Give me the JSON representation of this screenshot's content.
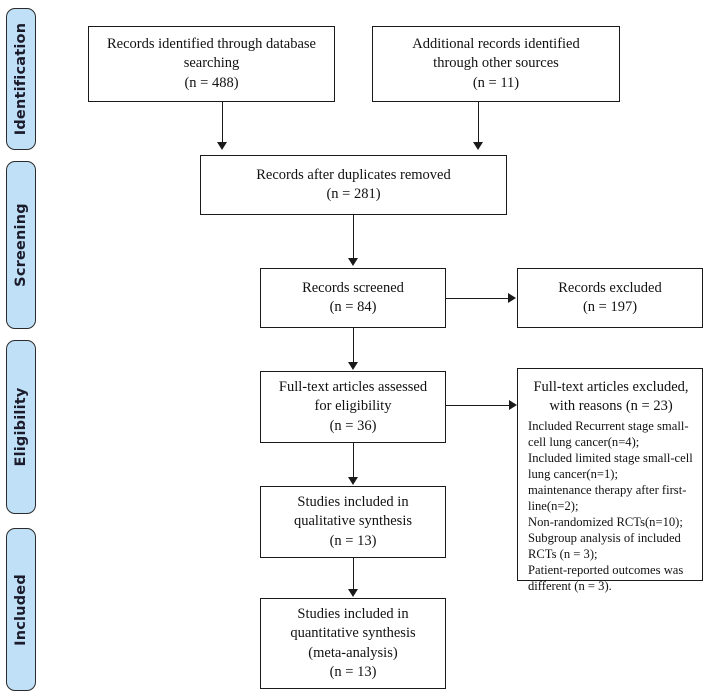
{
  "diagram": {
    "type": "prisma-flow-diagram",
    "title": "PRISMA study selection flow diagram"
  },
  "stages": [
    {
      "id": "identification",
      "label": "Identification"
    },
    {
      "id": "screening",
      "label": "Screening"
    },
    {
      "id": "eligibility",
      "label": "Eligibility"
    },
    {
      "id": "included",
      "label": "Included"
    }
  ],
  "boxes": {
    "db_search": {
      "line1": "Records identified through database",
      "line2": "searching",
      "line3": "(n =  488)"
    },
    "other_sources": {
      "line1": "Additional records identified",
      "line2": "through other sources",
      "line3": "(n = 11)"
    },
    "duplicates_removed": {
      "line1": "Records after duplicates removed",
      "line2": "(n = 281)"
    },
    "records_screened": {
      "line1": "Records screened",
      "line2": "(n =  84)"
    },
    "records_excluded": {
      "line1": "Records excluded",
      "line2": "(n = 197)"
    },
    "fulltext_assessed": {
      "line1": "Full-text articles assessed",
      "line2": "for eligibility",
      "line3": "(n = 36)"
    },
    "qualitative": {
      "line1": "Studies included in",
      "line2": "qualitative synthesis",
      "line3": "(n = 13)"
    },
    "quantitative": {
      "line1": "Studies included in",
      "line2": "quantitative synthesis",
      "line3": "(meta-analysis)",
      "line4": "(n = 13)"
    }
  },
  "exclusions": {
    "head1": "Full-text articles excluded,",
    "head2": "with reasons",
    "head3": "(n =  23)",
    "reasons": [
      "Included Recurrent stage small-cell lung cancer(n=4);",
      "Included limited stage small-cell lung cancer(n=1);",
      "maintenance therapy after first-line(n=2);",
      "Non-randomized RCTs(n=10);",
      "Subgroup analysis of included RCTs (n = 3);",
      "Patient-reported outcomes was different (n = 3)."
    ]
  },
  "colors": {
    "stage_tab_fill": "#bfe0f7",
    "stage_tab_border": "#2b2b2b",
    "box_border": "#1a1a1a",
    "box_fill": "#ffffff",
    "text": "#111111"
  }
}
